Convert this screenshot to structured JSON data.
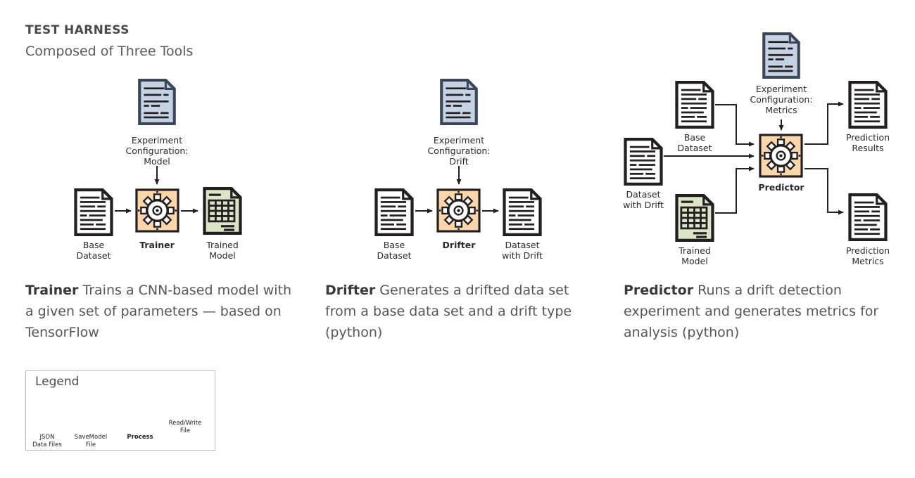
{
  "header": {
    "title": "TEST HARNESS",
    "subtitle": "Composed of Three Tools"
  },
  "colors": {
    "process_fill": "#fad6aa",
    "config_fill": "#c4d2e3",
    "model_fill": "#dce5c8",
    "file_fill": "#ffffff",
    "stroke": "#231f20",
    "text": "#3d3d3d"
  },
  "columns": [
    {
      "id": "trainer",
      "title": "Trainer",
      "description": " Trains a CNN-based model with a given set of parameters — based on TensorFlow",
      "nodes": {
        "config": "Experiment\nConfiguration:\nModel",
        "input": "Base\nDataset",
        "process": "Trainer",
        "output": "Trained\nModel"
      }
    },
    {
      "id": "drifter",
      "title": "Drifter",
      "description": " Generates a drifted data set from a base data set and a drift type (python)",
      "nodes": {
        "config": "Experiment\nConfiguration:\nDrift",
        "input": "Base\nDataset",
        "process": "Drifter",
        "output": "Dataset\nwith Drift"
      }
    },
    {
      "id": "predictor",
      "title": "Predictor",
      "description": " Runs a drift detection experiment and generates metrics for analysis (python)",
      "nodes": {
        "config": "Experiment\nConfiguration:\nMetrics",
        "input_top": "Base\nDataset",
        "input_mid": "Dataset\nwith Drift",
        "input_bottom": "Trained\nModel",
        "process": "Predictor",
        "output_top": "Prediction\nResults",
        "output_bottom": "Prediction\nMetrics"
      }
    }
  ],
  "legend": {
    "title": "Legend",
    "items": [
      {
        "icon": "json-file-icon",
        "label": "JSON\nData Files"
      },
      {
        "icon": "savedmodel-file-icon",
        "label": "SaveModel\nFile"
      },
      {
        "icon": "process-icon",
        "label": "Process"
      },
      {
        "icon": "arrow-icon",
        "label": "Read/Write\nFile"
      }
    ]
  }
}
